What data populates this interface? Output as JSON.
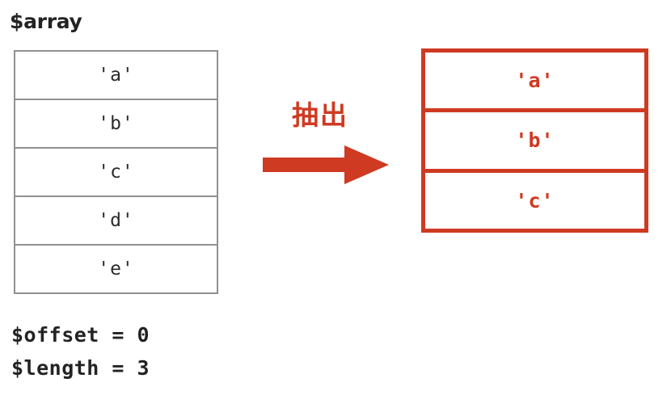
{
  "source": {
    "title": "$array",
    "cells": [
      "'a'",
      "'b'",
      "'c'",
      "'d'",
      "'e'"
    ],
    "border_color": "#909090",
    "text_color": "#2b2b2b"
  },
  "transform": {
    "label": "抽出",
    "arrow_icon": "arrow-right-icon",
    "accent_color": "#cf3a22"
  },
  "result": {
    "cells": [
      "'a'",
      "'b'",
      "'c'"
    ],
    "border_color": "#cf3a22",
    "text_color": "#cf3a22"
  },
  "params": [
    {
      "text": "$offset = 0",
      "name": "offset",
      "value": "0"
    },
    {
      "text": "$length = 3",
      "name": "length",
      "value": "3"
    }
  ]
}
